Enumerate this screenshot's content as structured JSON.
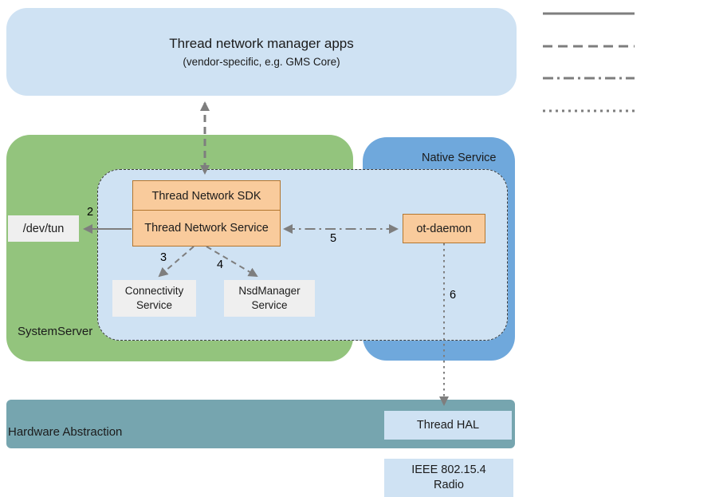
{
  "diagram": {
    "app_box": {
      "title": "Thread network manager apps",
      "subtitle": "(vendor-specific, e.g. GMS Core)"
    },
    "system_server_label": "SystemServer",
    "native_service_label": "Native Service",
    "nodes": {
      "thread_network_sdk": "Thread Network SDK",
      "thread_network_service": "Thread Network Service",
      "connectivity_service_line1": "Connectivity",
      "connectivity_service_line2": "Service",
      "nsd_manager_line1": "NsdManager",
      "nsd_manager_line2": "Service",
      "ot_daemon": "ot-daemon",
      "dev_tun": "/dev/tun",
      "hardware_abstraction": "Hardware Abstraction",
      "thread_hal": "Thread HAL",
      "radio_line1": "IEEE 802.15.4",
      "radio_line2": "Radio"
    },
    "edge_labels": {
      "e2": "2",
      "e3": "3",
      "e4": "4",
      "e5": "5",
      "e6": "6"
    },
    "legend": {
      "styles": [
        "solid",
        "dashed",
        "dash-dot",
        "dotted"
      ]
    },
    "colors": {
      "light_blue": "#cfe2f3",
      "green": "#93c47d",
      "blue": "#6fa8dc",
      "teal": "#76a5af",
      "orange": "#f9cb9c",
      "gray_box": "#efefef",
      "line_gray": "#7e7e7e"
    }
  }
}
